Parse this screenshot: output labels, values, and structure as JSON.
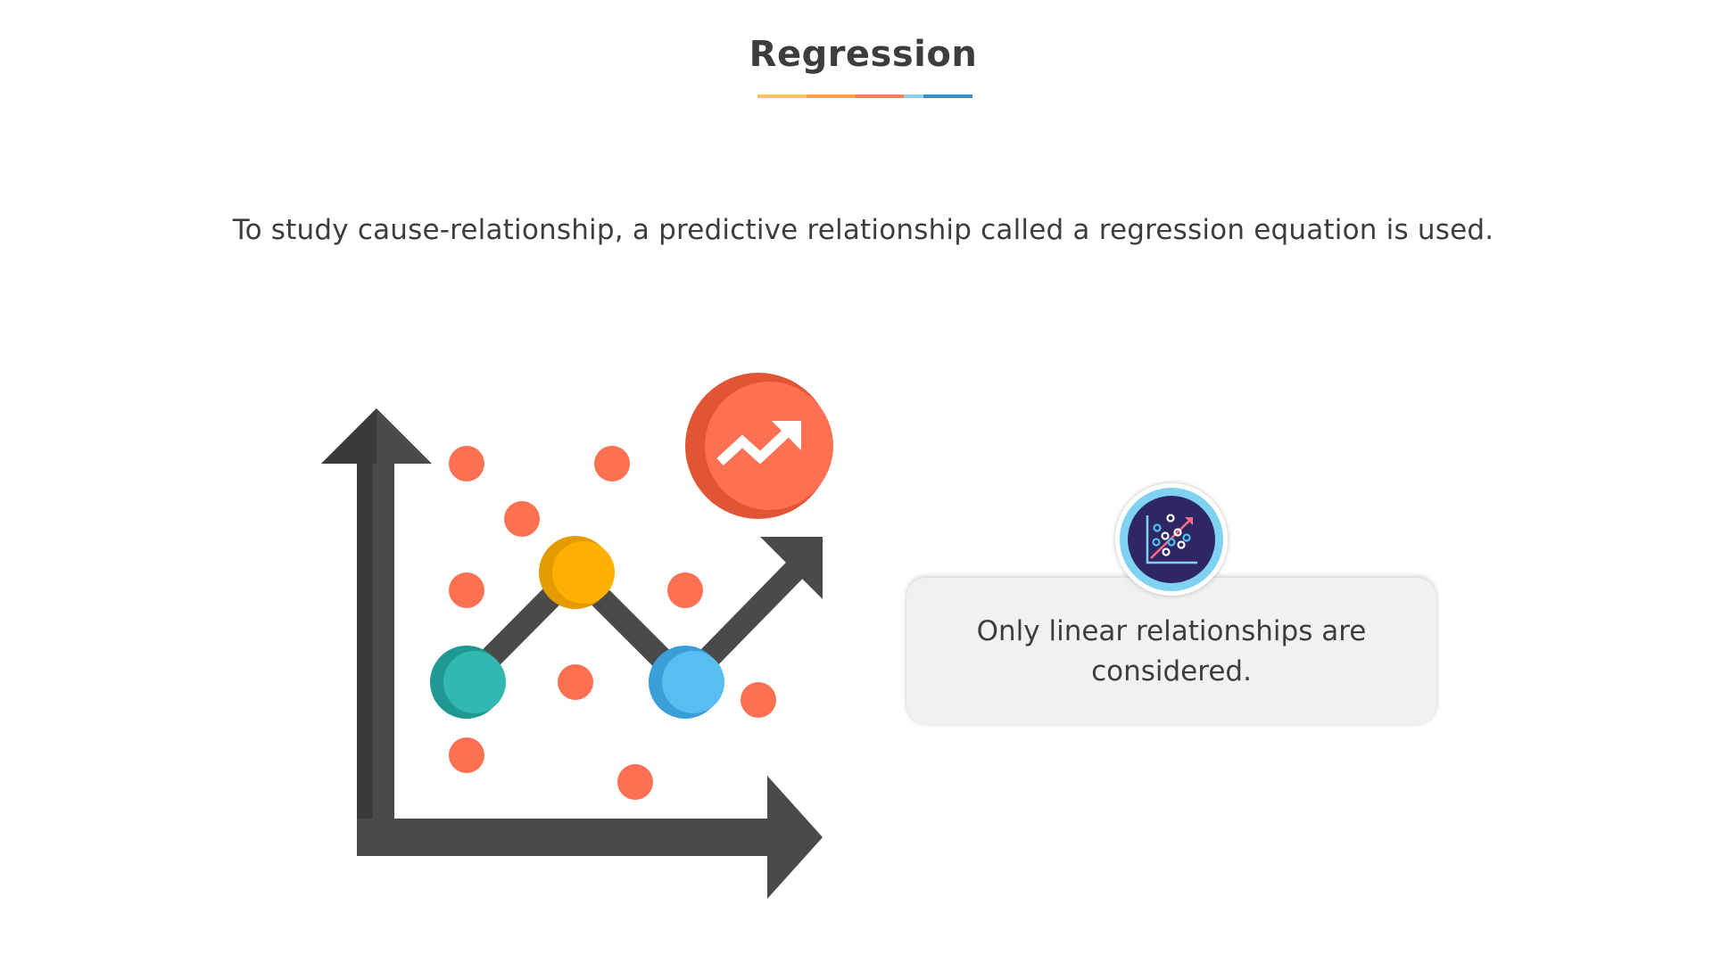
{
  "slide": {
    "title": "Regression",
    "description": "To study cause-relationship, a predictive relationship called a regression equation is used.",
    "card_text": "Only linear relationships are considered."
  },
  "colors": {
    "underline": [
      "#f7c36a",
      "#f5a04e",
      "#ef7f5d",
      "#8ed0ea",
      "#3a8cc3"
    ],
    "axis": "#4a4a4a",
    "dots": "#fe7052",
    "trend_circle": "#fe7052",
    "node_teal": "#31b8b0",
    "node_yellow": "#ffb000",
    "node_blue": "#58bdf0",
    "card_bg": "#f1f1f1",
    "badge_ring": "#7fd3f0",
    "badge_inner": "#2e2763"
  },
  "icons": {
    "illustration": "scatter-chart-illustration-icon",
    "trend": "trending-up-icon",
    "badge": "scatter-plot-icon"
  }
}
